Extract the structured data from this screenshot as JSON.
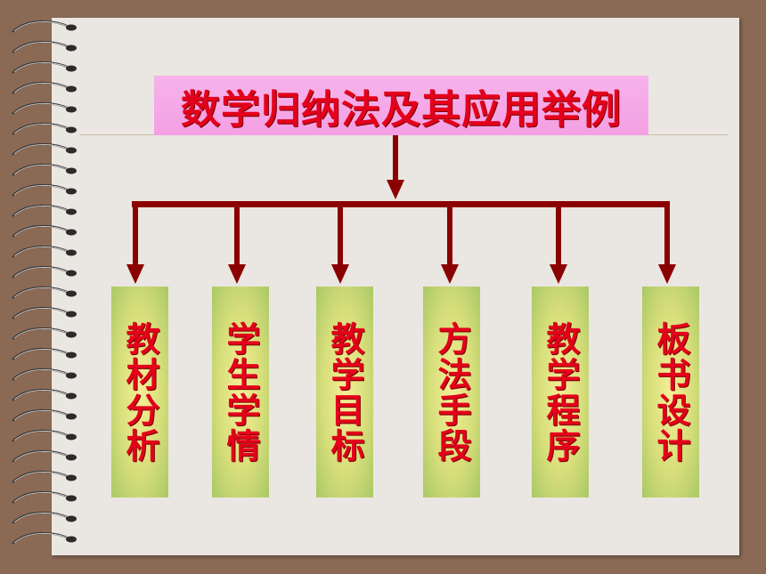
{
  "title": "数学归纳法及其应用举例",
  "boxes": [
    {
      "label": "教材分析"
    },
    {
      "label": "学生学情"
    },
    {
      "label": "教学目标"
    },
    {
      "label": "方法手段"
    },
    {
      "label": "教学程序"
    },
    {
      "label": "板书设计"
    }
  ],
  "colors": {
    "background": "#8b6a55",
    "paper": "#eae6e1",
    "title_bg": "#f3a0e4",
    "text": "#e4001b",
    "connector": "#8b0000",
    "box_center": "#f4ef96",
    "box_edge": "#a9c866"
  }
}
